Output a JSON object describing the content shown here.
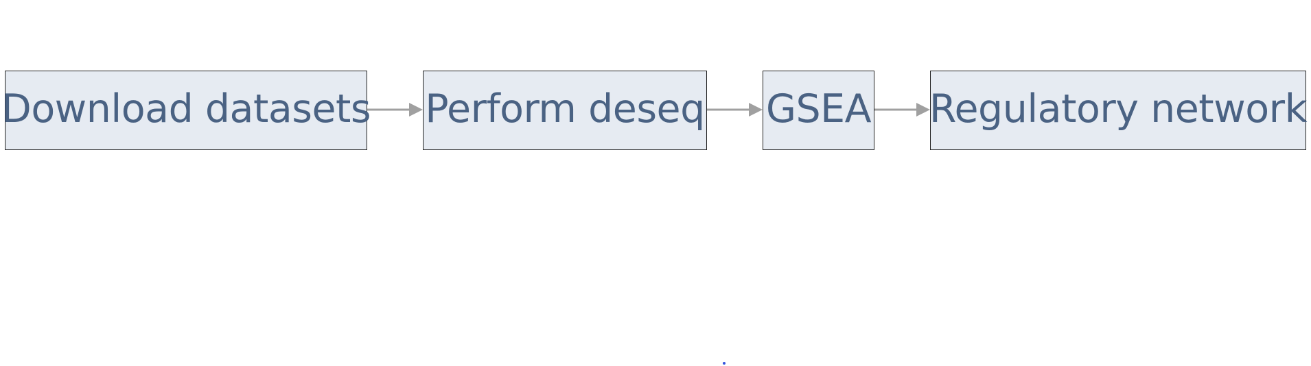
{
  "diagram": {
    "type": "flowchart",
    "direction": "left-to-right",
    "nodes": [
      {
        "id": "download",
        "label": "Download datasets"
      },
      {
        "id": "deseq",
        "label": "Perform deseq"
      },
      {
        "id": "gsea",
        "label": "GSEA"
      },
      {
        "id": "network",
        "label": "Regulatory network"
      }
    ],
    "edges": [
      {
        "from": "download",
        "to": "deseq"
      },
      {
        "from": "deseq",
        "to": "gsea"
      },
      {
        "from": "gsea",
        "to": "network"
      }
    ],
    "colors": {
      "node_fill": "#e6ebf2",
      "node_border": "#1f1f1f",
      "node_text": "#4a6283",
      "edge": "#a0a0a0"
    }
  }
}
